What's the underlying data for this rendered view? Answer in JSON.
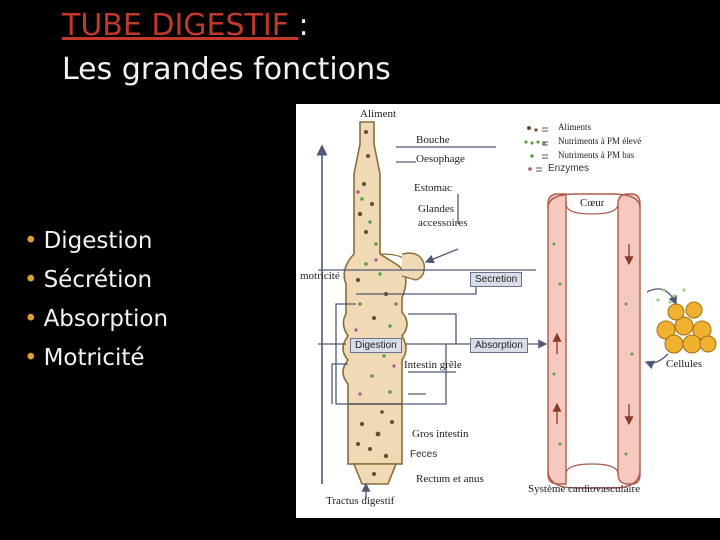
{
  "title": {
    "line1_underlined": "TUBE DIGESTIF ",
    "line1_rest": ":",
    "line2": "Les grandes fonctions"
  },
  "bullets": [
    "Digestion",
    "Sécrétion",
    "Absorption",
    "Motricité"
  ],
  "diagram": {
    "labels": {
      "aliment": "Aliment",
      "bouche": "Bouche",
      "oesophage": "Oesophage",
      "estomac": "Estomac",
      "glandes": "Glandes",
      "accessoires": "accessoires",
      "motricite": "motricité",
      "intestin_grele": "Intestin grêle",
      "gros_intestin": "Gros intestin",
      "rectum": "Rectum et anus",
      "tractus": "Tractus digestif",
      "coeur": "Cœur",
      "cellules": "Cellules",
      "systeme": "Système cardiovasculaire"
    },
    "boxes": {
      "secretion": "Secretion",
      "digestion": "Digestion",
      "absorption": "Absorption",
      "feces": "Feces"
    },
    "legend": {
      "aliments": "Aliments",
      "pm_eleve": "Nutriments à PM élevé",
      "pm_bas": "Nutriments à PM bas",
      "enzymes": "Enzymes"
    },
    "colors": {
      "tube": "#f0d9b5",
      "tube_outline": "#8a6d3b",
      "vessel": "#f6c9c0",
      "vessel_outline": "#b05a4a",
      "arrow": "#4f5a7a",
      "particles": "#6b4a2b",
      "nutrients": "#5aa24a",
      "enzymes": "#b0508a",
      "cells": "#f0b030",
      "title_accent": "#c0392b",
      "bullet_marker": "#e1a02a"
    }
  }
}
